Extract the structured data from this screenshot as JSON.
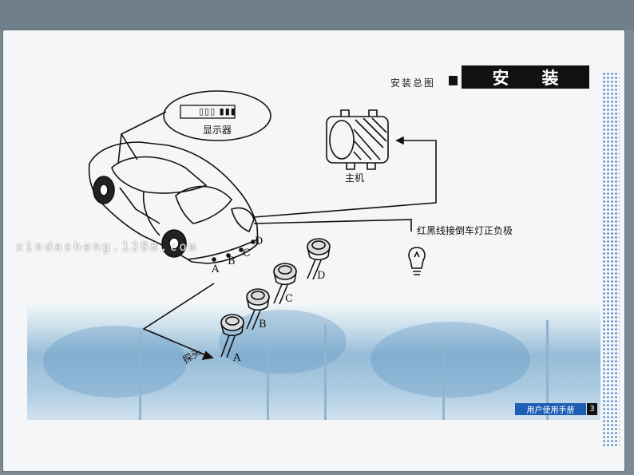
{
  "header": {
    "section_label": "安装总图",
    "title_left": "安",
    "title_right": "装"
  },
  "labels": {
    "display": "显示器",
    "host": "主机",
    "wire_note": "红黑线接倒车灯正负极",
    "probe": "探头"
  },
  "car_points": [
    "A",
    "B",
    "C",
    "D"
  ],
  "sensors": [
    "A",
    "B",
    "C",
    "D"
  ],
  "watermark": "xindasheng.1288.com",
  "footer": {
    "manual": "用户使用手册",
    "page": "3"
  }
}
